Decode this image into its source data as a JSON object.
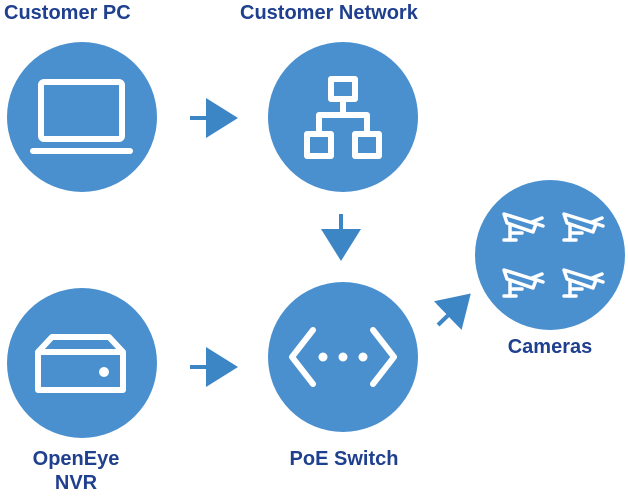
{
  "nodes": {
    "customer_pc": {
      "label": "Customer PC",
      "icon": "laptop-icon"
    },
    "customer_network": {
      "label": "Customer Network",
      "icon": "network-topology-icon"
    },
    "poe_switch": {
      "label": "PoE Switch",
      "icon": "switch-arrows-icon"
    },
    "nvr": {
      "label_line1": "OpenEye",
      "label_line2": "NVR",
      "icon": "nvr-box-icon"
    },
    "cameras": {
      "label": "Cameras",
      "icon": "security-camera-icon"
    }
  },
  "edges": [
    {
      "from": "Customer PC",
      "to": "Customer Network"
    },
    {
      "from": "Customer Network",
      "to": "PoE Switch"
    },
    {
      "from": "OpenEye NVR",
      "to": "PoE Switch"
    },
    {
      "from": "PoE Switch",
      "to": "Cameras"
    }
  ],
  "colors": {
    "node_fill": "#4a8fce",
    "icon_stroke": "#ffffff",
    "arrow": "#3d86c6",
    "label_text": "#1f3f8f"
  }
}
